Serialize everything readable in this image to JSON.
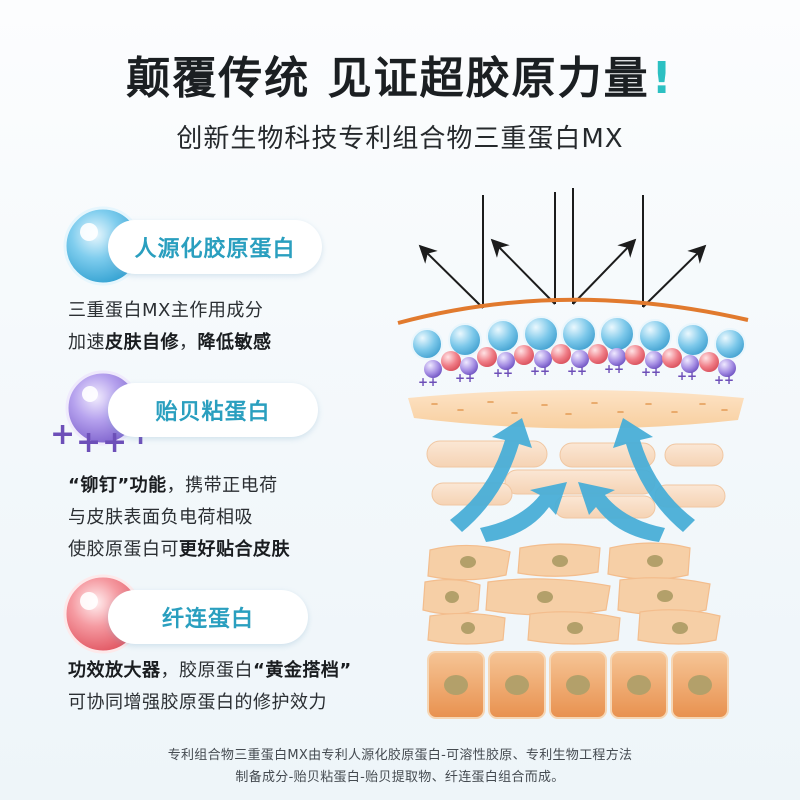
{
  "title": {
    "text": "颠覆传统 见证超胶原力量",
    "mark": "!"
  },
  "subtitle": "创新生物科技专利组合物三重蛋白MX",
  "features": [
    {
      "label": "人源化胶原蛋白",
      "lines": [
        [
          {
            "t": "三重蛋白MX主作用成分",
            "b": false
          }
        ],
        [
          {
            "t": "加速",
            "b": false
          },
          {
            "t": "皮肤自修",
            "b": true
          },
          {
            "t": "，",
            "b": false
          },
          {
            "t": "降低敏感",
            "b": true
          }
        ]
      ],
      "color": "#4bb7e3"
    },
    {
      "label": "贻贝粘蛋白",
      "lines": [
        [
          {
            "t": "“铆钉”功能",
            "b": true
          },
          {
            "t": "，携带正电荷",
            "b": false
          }
        ],
        [
          {
            "t": "与皮肤表面负电荷相吸",
            "b": false
          }
        ],
        [
          {
            "t": "使胶原蛋白可",
            "b": false
          },
          {
            "t": "更好贴合皮肤",
            "b": true
          }
        ]
      ],
      "color": "#9a7fd8"
    },
    {
      "label": "纤连蛋白",
      "lines": [
        [
          {
            "t": "功效放大器",
            "b": true
          },
          {
            "t": "，胶原蛋白",
            "b": false
          },
          {
            "t": "“黄金搭档”",
            "b": true
          }
        ],
        [
          {
            "t": "可协同增强胶原蛋白的修护效力",
            "b": false
          }
        ]
      ],
      "color": "#ef6f78"
    }
  ],
  "plus_sign": "+",
  "footnote": [
    "专利组合物三重蛋白MX由专利人源化胶原蛋白-可溶性胶原、专利生物工程方法",
    "制备成分-贻贝粘蛋白-贻贝提取物、纤连蛋白组合而成。"
  ],
  "colors": {
    "accent_teal": "#2cc0c2",
    "label_blue": "#2a9fbf",
    "arrow_blue": "#49aed7",
    "skin_orange": "#e98d4a",
    "nucleus": "#b3a06a"
  }
}
